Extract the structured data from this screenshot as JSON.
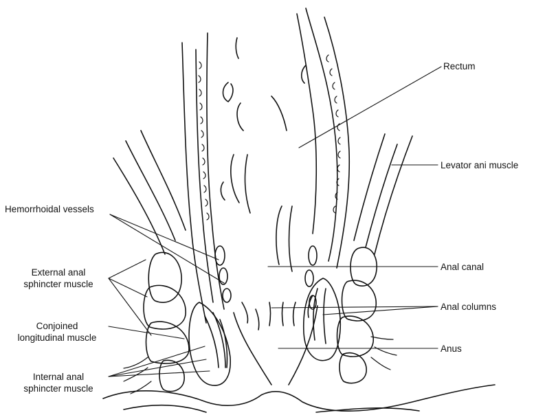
{
  "labels": {
    "rectum": "Rectum",
    "levator": "Levator ani muscle",
    "hemorrhoidal": "Hemorrhoidal vessels",
    "external_1": "External anal",
    "external_2": "sphincter muscle",
    "anal_canal": "Anal canal",
    "anal_columns": "Anal columns",
    "conjoined_1": "Conjoined",
    "conjoined_2": "longitudinal muscle",
    "anus": "Anus",
    "internal_1": "Internal anal",
    "internal_2": "sphincter muscle"
  }
}
